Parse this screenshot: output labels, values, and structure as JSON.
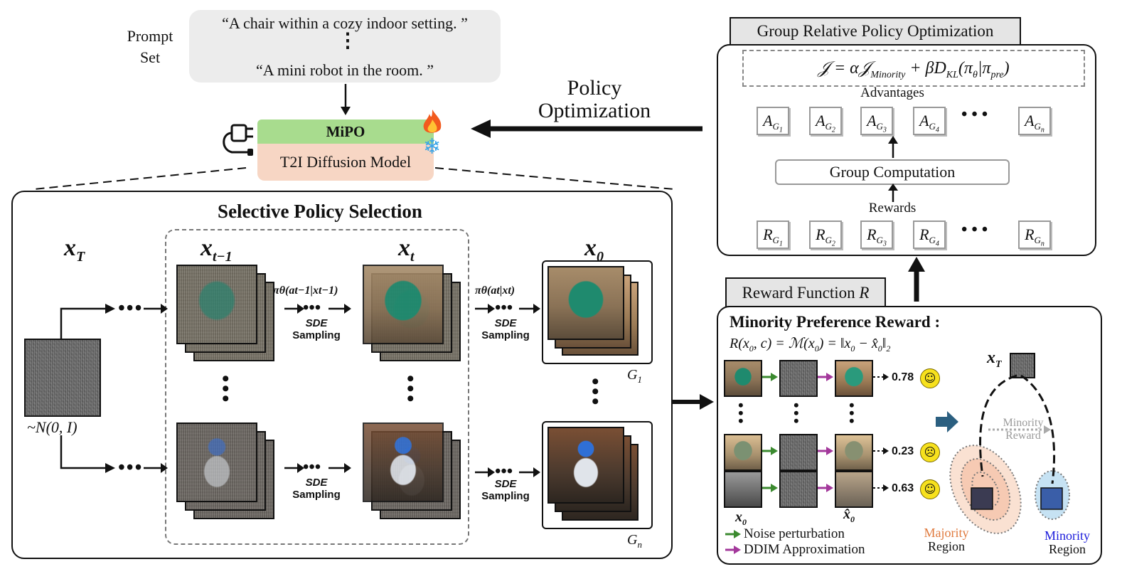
{
  "prompt_set": {
    "label_line1": "Prompt",
    "label_line2": "Set",
    "prompt1": "“A chair within a cozy indoor setting. ”",
    "prompt2": "“A mini robot in the room. ”",
    "ellipsis": "⋮"
  },
  "model": {
    "mipo_label": "MiPO",
    "t2i_label": "T2I Diffusion Model",
    "fire_icon": "fire-icon",
    "snowflake_icon": "snowflake-icon",
    "plug_icon": "plug-icon"
  },
  "policy_optimization": {
    "line1": "Policy",
    "line2": "Optimization"
  },
  "grpo": {
    "title": "Group Relative Policy Optimization",
    "objective": "𝒥 = α𝒥Minority + βDKL(πθ|πpre)",
    "advantages_label": "Advantages",
    "advantages": [
      "AG1",
      "AG2",
      "AG3",
      "AG4",
      "AGn"
    ],
    "group_computation": "Group Computation",
    "rewards_label": "Rewards",
    "rewards": [
      "RG1",
      "RG2",
      "RG3",
      "RG4",
      "RGn"
    ],
    "dots": "• • •"
  },
  "selective": {
    "title": "Selective Policy Selection",
    "xT": "xT",
    "xt_minus_1": "xt−1",
    "xt": "xt",
    "x0": "x0",
    "noise_dist": "~N(0, I)",
    "policy_1": "πθ(at−1|xt−1)",
    "policy_2": "πθ(at|xt)",
    "sde_line1": "SDE",
    "sde_line2": "Sampling",
    "dots": "•••",
    "G1": "G1",
    "Gn": "Gn"
  },
  "reward_fn": {
    "title": "Reward Function R",
    "heading": "Minority Preference Reward :",
    "formula": "R(x0, c) = ℳ(x0) = ‖x0 − x̂0‖2",
    "scores": [
      "0.78",
      "0.23",
      "0.63"
    ],
    "faces": [
      "☺",
      "☹",
      "☺"
    ],
    "x0_label": "x0",
    "x0hat_label": "x̂0",
    "legend_noise": "Noise perturbation",
    "legend_ddim": "DDIM Approximation",
    "xT_label": "xT",
    "minority_reward_line1": "Minority",
    "minority_reward_line2": "Reward",
    "majority_line1": "Majority",
    "majority_line2": "Region",
    "minority_line1": "Minority",
    "minority_line2": "Region"
  },
  "colors": {
    "mipo_green": "#a8dc8e",
    "t2i_peach": "#f7d6c4",
    "green_arrow": "#3b8a2f",
    "purple_arrow": "#a3389b",
    "majority_orange": "#e07a3e",
    "minority_blue": "#1a1adb",
    "teal_arrow": "#2b5f80"
  }
}
